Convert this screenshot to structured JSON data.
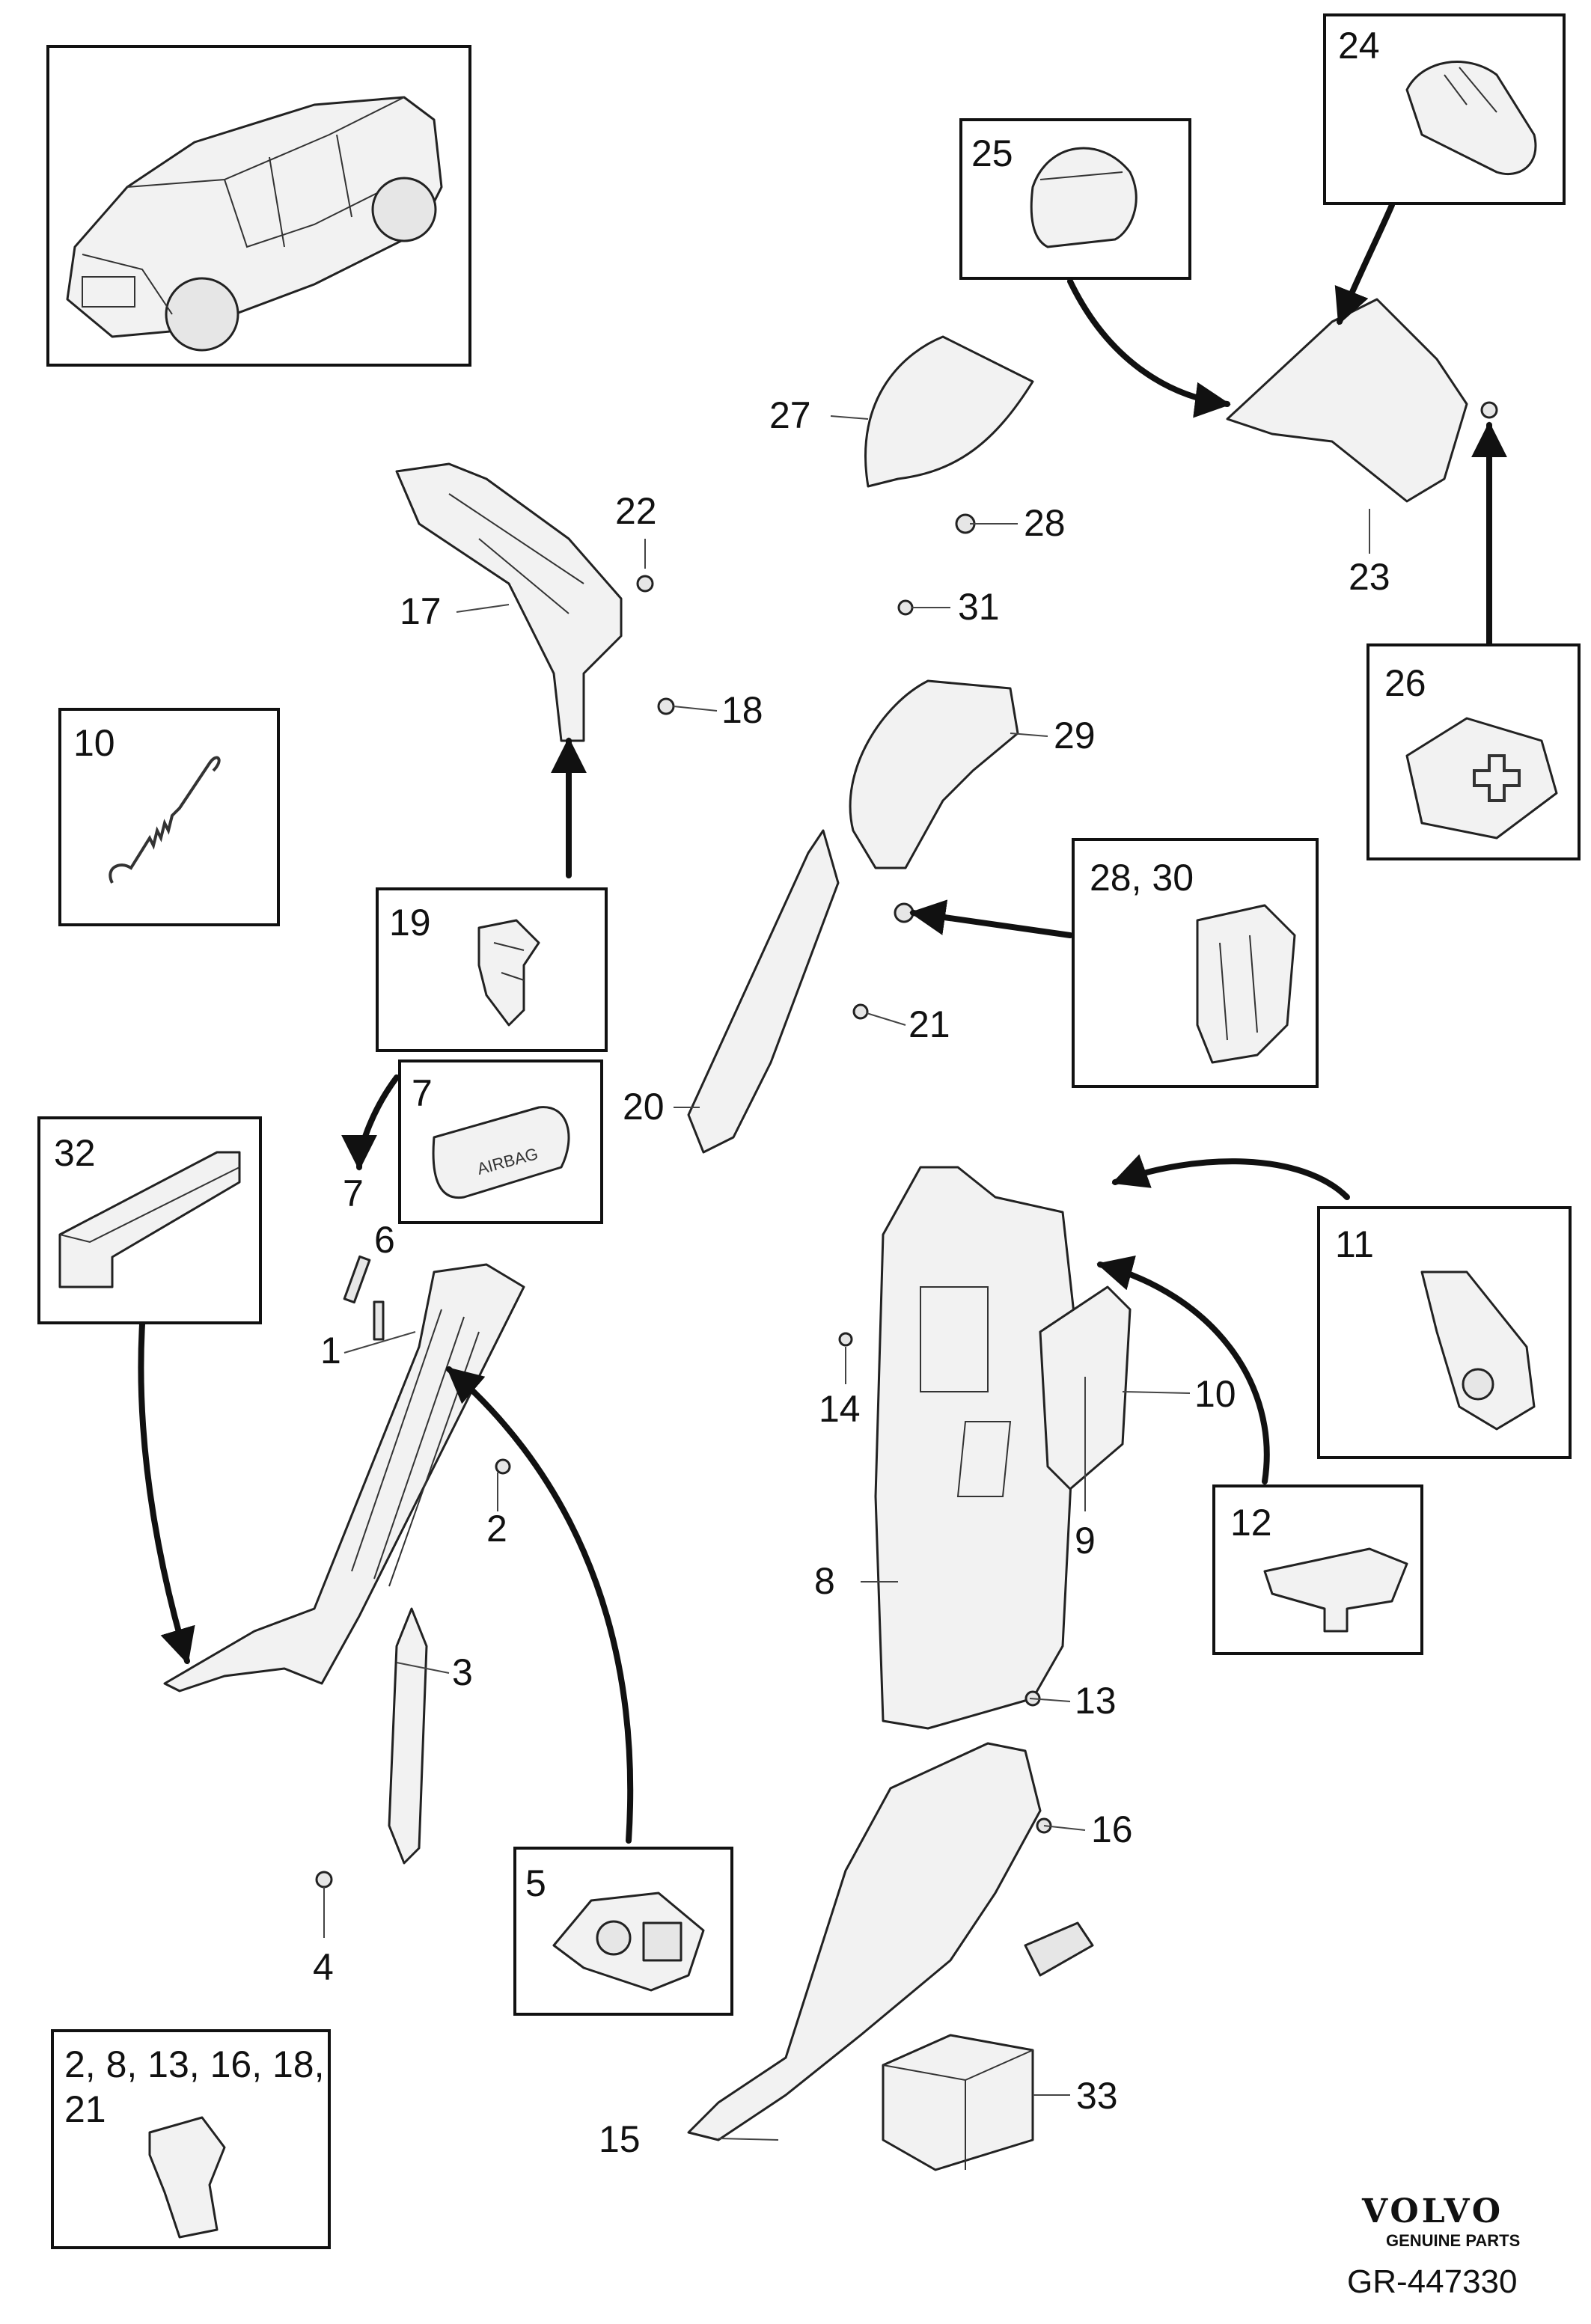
{
  "callouts": {
    "c1": "1",
    "c2": "2",
    "c3": "3",
    "c4": "4",
    "c6": "6",
    "c7": "7",
    "c8": "8",
    "c9": "9",
    "c10": "10",
    "c13": "13",
    "c14": "14",
    "c15": "15",
    "c16": "16",
    "c17": "17",
    "c18": "18",
    "c20": "20",
    "c21": "21",
    "c22": "22",
    "c23": "23",
    "c27": "27",
    "c28": "28",
    "c29": "29",
    "c31": "31",
    "c33": "33"
  },
  "insets": {
    "i5": "5",
    "i7": "7",
    "i10": "10",
    "i11": "11",
    "i12": "12",
    "i19": "19",
    "i24": "24",
    "i25": "25",
    "i26": "26",
    "i28_30": "28, 30",
    "i32": "32",
    "i_clip_line1": "2, 8, 13, 16, 18,",
    "i_clip_line2": "21"
  },
  "airbag_text": "AIRBAG",
  "branding": {
    "logo": "VOLVO",
    "tagline": "GENUINE PARTS",
    "code": "GR-447330"
  }
}
